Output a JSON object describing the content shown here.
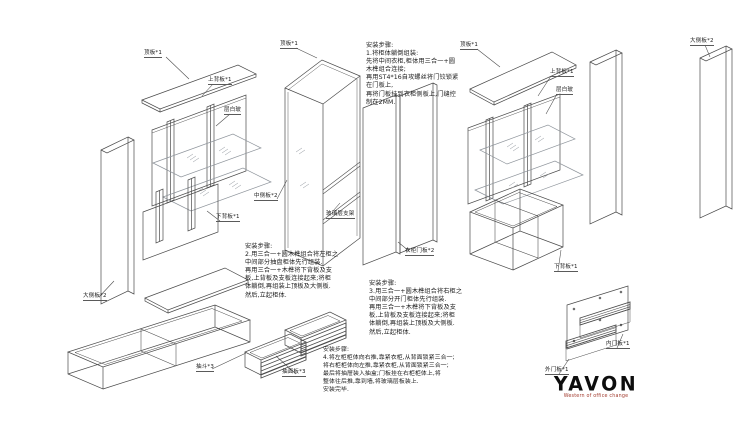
{
  "colors": {
    "line": "#4a4a4a",
    "glass": "#8f959c",
    "text": "#1b1b1b",
    "logo": "#0d0d0d",
    "tagline": "#a23b2e",
    "background": "#ffffff"
  },
  "labels": {
    "left_top_panel": "顶板*1",
    "left_upper_back": "上背板*1",
    "left_glass_shelf": "层白玻",
    "left_lower_back": "下背板*1",
    "left_side_panel": "大侧板*2",
    "drawer_box": "抽斗*3",
    "drawer_front": "抽面板*3",
    "mid_top_panel": "顶板*1",
    "mid_side_panel": "中侧板*2",
    "mid_shelf_support": "玻璃层支架",
    "wardrobe_door": "衣柜门板*2",
    "right_top_panel": "顶板*1",
    "right_upper_back": "上背板*1",
    "right_glass_shelf": "层白玻",
    "right_lower_back": "下背板*1",
    "inner_door": "内门板*1",
    "outer_door": "外门板*1",
    "right_side_panel": "大侧板*2"
  },
  "steps": {
    "step1": "安装步骤:\n1.将柜体躺倒组装:\n先将中间衣柜,柜体用三合一+圆\n木榫组合连接;\n再用ST4*16自攻螺丝将门铰锁紧\n在门板上,\n再将门板挂到衣柜侧板上,门缝控\n制在2MM.",
    "step2": "安装步骤:\n2.用三合一+圆木榫组合将左柜之\n中间部分抽盘柜体先行组装.\n再用三合一+木榫将下背板及支\n板,上背板及支板连接起来;将柜\n体躺倒,再组装上顶板及大侧板.\n然后,立起柜体.",
    "step3": "安装步骤:\n3.用三合一+圆木榫组合将右柜之\n中间部分开门柜体先行组装.\n再用三合一+木榫将下背板及支\n板,上背板及支板连接起来;将柜\n体躺倒,再组装上顶板及大侧板.\n然后,立起柜体.",
    "step4": "安装步骤:\n4.将左柜柜体向右推,靠紧衣柜,从背面锁紧三合一;\n将右柜柜体向左推,靠紧衣柜,从背面锁紧三合一;\n最后将抽屉装入抽盒;门板挂在右柜柜体上,将\n整体往后推,靠到墙,将玻璃层板装上.\n安装完毕."
  },
  "logo": {
    "name": "YAVON",
    "tagline": "Western of office change"
  }
}
